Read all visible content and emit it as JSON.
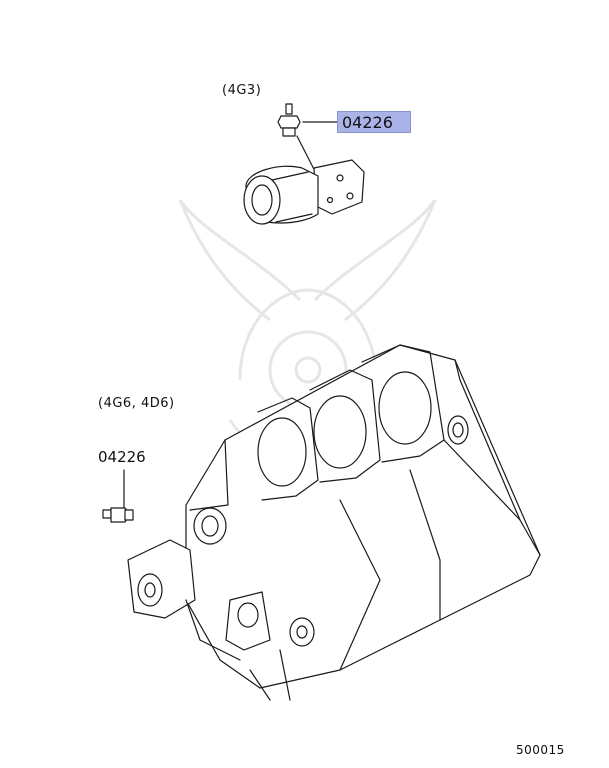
{
  "diagram": {
    "engine_groups": {
      "top": "(4G3)",
      "bottom": "(4G6, 4D6)"
    },
    "part_numbers": {
      "top": "04226",
      "bottom": "04226"
    },
    "figure_number": "500015"
  },
  "colors": {
    "highlight": "#a9b3e8",
    "line": "#1a1a1a",
    "watermark": "#ececec"
  },
  "icons": [
    "oil-pressure-switch-icon",
    "oil-filter-icon",
    "engine-block-icon",
    "samurai-helmet-watermark"
  ]
}
